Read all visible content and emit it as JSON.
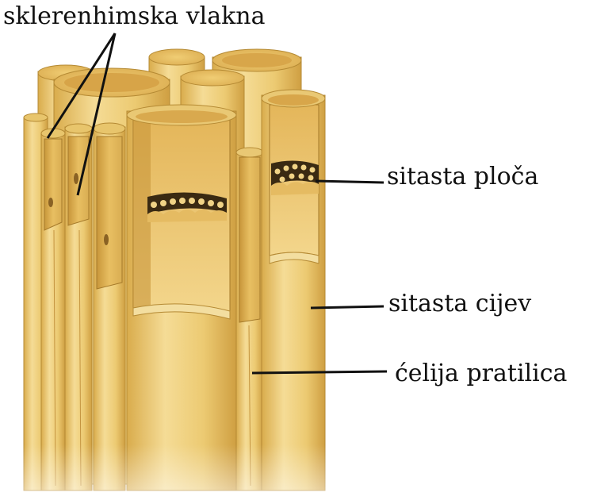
{
  "labels": {
    "sclerenchyma_fibers": "sklerenhimska vlakna",
    "sieve_plate": "sitasta ploča",
    "sieve_tube": "sitasta cijev",
    "companion_cell": "ćelija pratilica"
  },
  "colors": {
    "tube_light": "#f6e2a2",
    "tube_mid": "#e9c56a",
    "tube_dark": "#c99a3a",
    "tube_outline": "#b58a34",
    "plate_dark": "#3a2a12",
    "leader_line": "#111111"
  }
}
